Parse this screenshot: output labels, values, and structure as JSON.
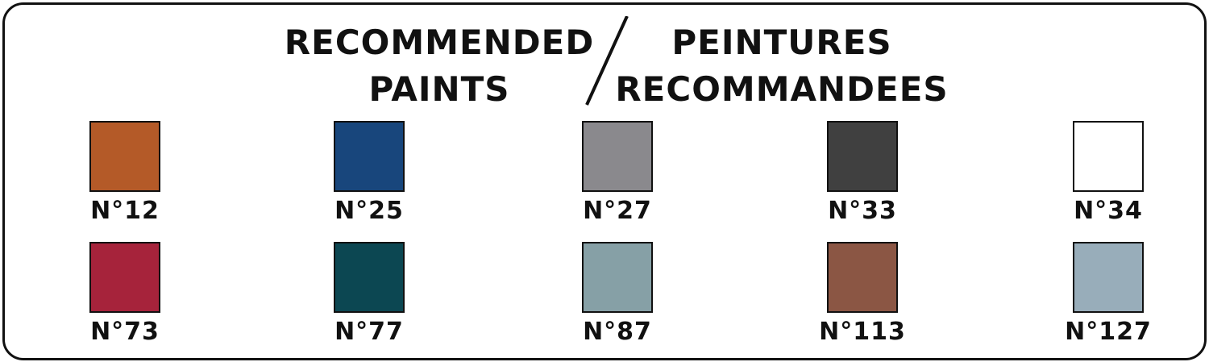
{
  "title": {
    "english": [
      "RECOMMENDED",
      "PAINTS"
    ],
    "french": [
      "PEINTURES",
      "RECOMMANDEES"
    ],
    "separator": "/"
  },
  "paints": [
    {
      "code": "N°12",
      "color": "#b45a28"
    },
    {
      "code": "N°25",
      "color": "#18467c"
    },
    {
      "code": "N°27",
      "color": "#8a898d"
    },
    {
      "code": "N°33",
      "color": "#404040"
    },
    {
      "code": "N°34",
      "color": "#ffffff"
    },
    {
      "code": "N°73",
      "color": "#a6233b"
    },
    {
      "code": "N°77",
      "color": "#0c4752"
    },
    {
      "code": "N°87",
      "color": "#86a0a6"
    },
    {
      "code": "N°113",
      "color": "#8b5644"
    },
    {
      "code": "N°127",
      "color": "#98adba"
    }
  ]
}
